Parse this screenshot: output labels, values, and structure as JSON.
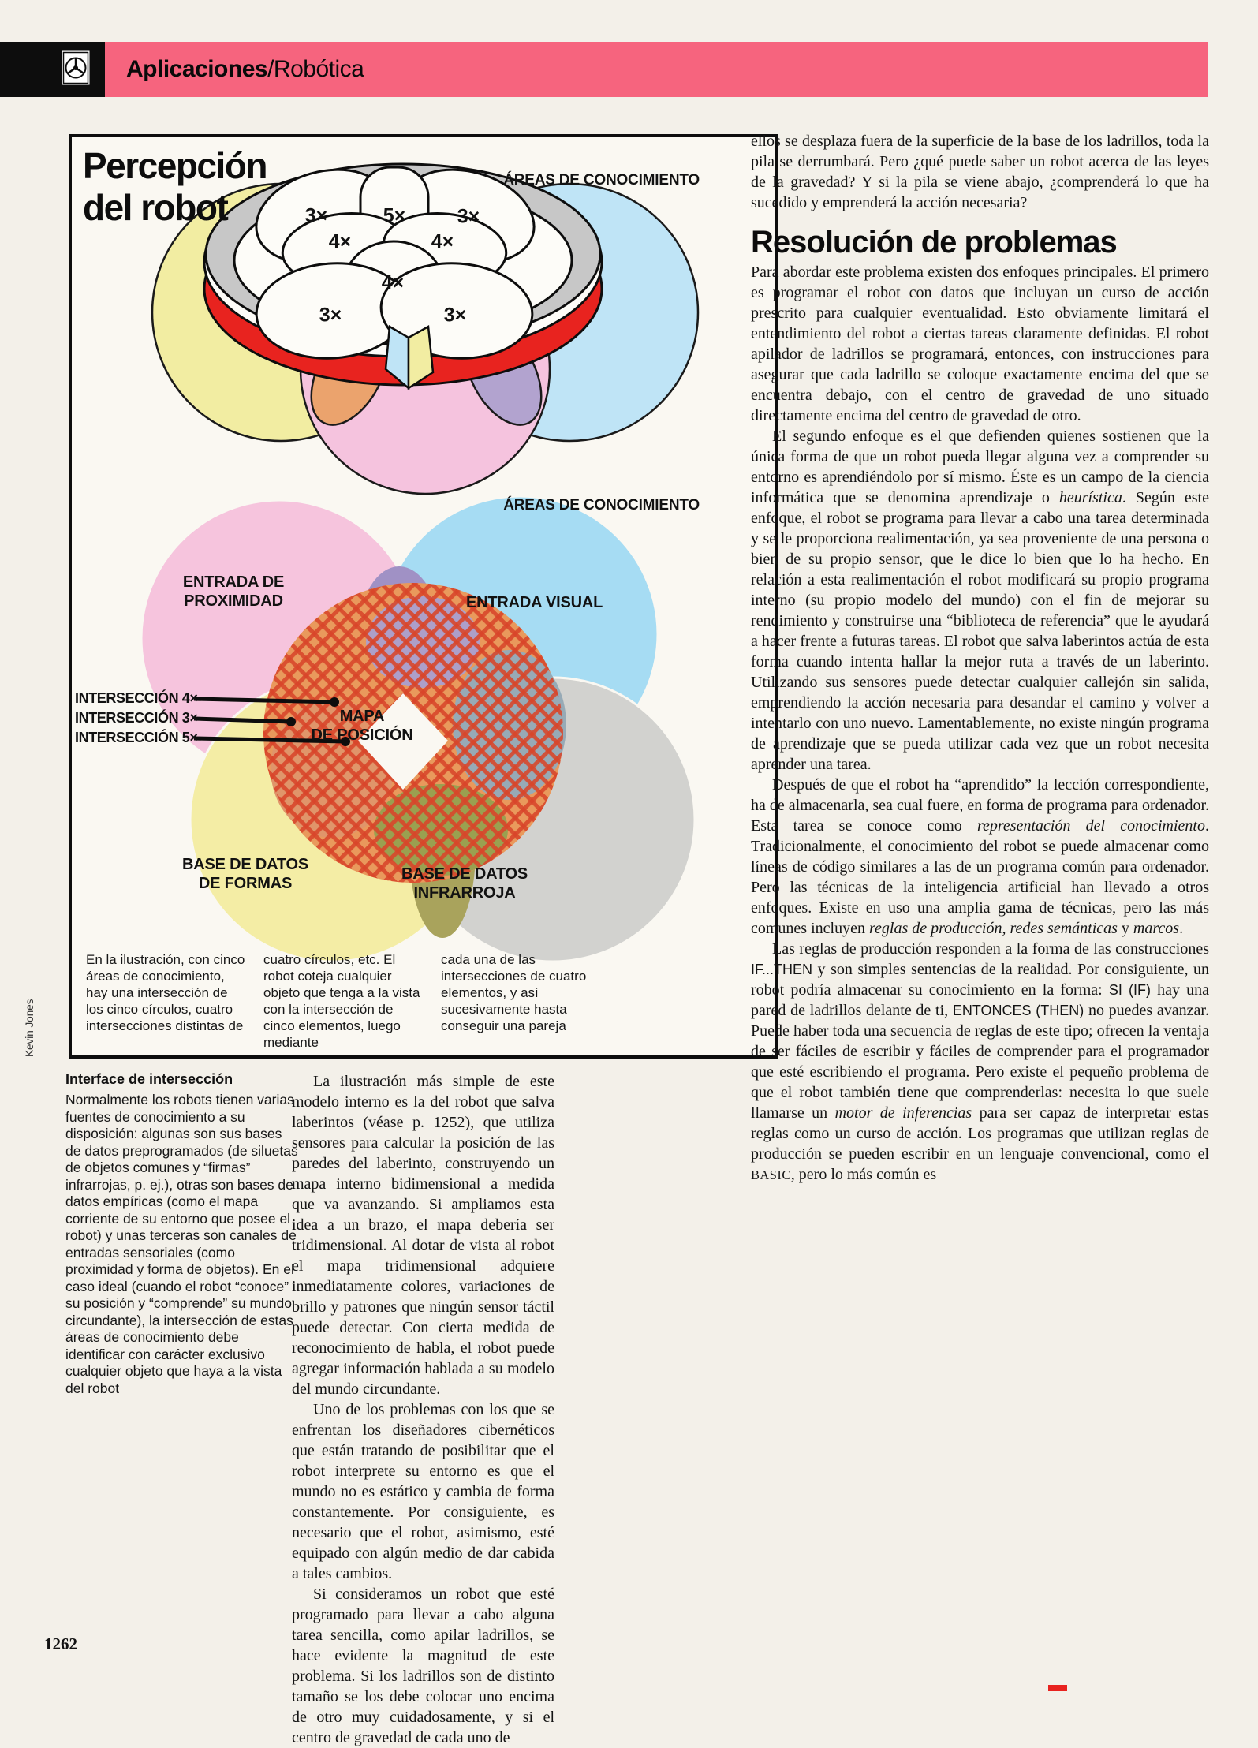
{
  "colors": {
    "banner_pink": "#f6647e",
    "accent_red": "#e8231f",
    "header_black": "#0d0d0d"
  },
  "header": {
    "section_bold": "Aplicaciones",
    "section_rest": "/Robótica",
    "logo_icon": "encyclopedia-section-emblem"
  },
  "figure": {
    "title_l1": "Percepción",
    "title_l2": "del robot",
    "credit": "Kevin Jones",
    "areas_top": "ÁREAS DE CONOCIMIENTO",
    "areas_bottom": "ÁREAS DE CONOCIMIENTO",
    "top_labels": [
      "3×",
      "5×",
      "3×",
      "4×",
      "4×",
      "4×",
      "3×",
      "3×"
    ],
    "venn": {
      "proximidad_l1": "ENTRADA DE",
      "proximidad_l2": "PROXIMIDAD",
      "visual": "ENTRADA VISUAL",
      "mapa_l1": "MAPA",
      "mapa_l2": "DE POSICIÓN",
      "formas_l1": "BASE DE DATOS",
      "formas_l2": "DE FORMAS",
      "infrarroja_l1": "BASE DE DATOS",
      "infrarroja_l2": "INFRARROJA",
      "inter_4": "INTERSECCIÓN 4×",
      "inter_3": "INTERSECCIÓN 3×",
      "inter_5": "INTERSECCIÓN 5×"
    },
    "caption": [
      "En la ilustración, con cinco áreas de conocimiento, hay una intersección de los cinco círculos, cuatro intersecciones distintas de",
      "cuatro círculos, etc. El robot coteja cualquier objeto que tenga a la vista con la intersección de cinco elementos, luego mediante",
      "cada una de las intersecciones de cuatro elementos, y así sucesivamente hasta conseguir una pareja"
    ]
  },
  "sidebar": {
    "heading": "Interface de intersección",
    "body": "Normalmente los robots tienen varias fuentes de conocimiento a su disposición: algunas son sus bases de datos preprogramados (de siluetas de objetos comunes y “firmas” infrarrojas, p. ej.), otras son bases de datos empíricas (como el mapa corriente de su entorno que posee el robot) y unas terceras son canales de entradas sensoriales (como proximidad y forma de objetos). En el caso ideal (cuando el robot “conoce” su posición y “comprende” su mundo circundante), la intersección de estas áreas de conocimiento debe identificar con carácter exclusivo cualquier objeto que haya a la vista del robot"
  },
  "middle": {
    "p1": "La ilustración más simple de este modelo interno es la del robot que salva laberintos (véase p. 1252), que utiliza sensores para calcular la posición de las paredes del laberinto, construyendo un mapa interno bidimensional a medida que va avanzando. Si ampliamos esta idea a un brazo, el mapa debería ser tridimensional. Al dotar de vista al robot el mapa tridimensional adquiere inmediatamente colores, variaciones de brillo y patrones que ningún sensor táctil puede detectar. Con cierta medida de reconocimiento de habla, el robot puede agregar información hablada a su modelo del mundo circundante.",
    "p2": "Uno de los problemas con los que se enfrentan los diseñadores cibernéticos que están tratando de posibilitar que el robot interprete su entorno es que el mundo no es estático y cambia de forma constantemente. Por consiguiente, es necesario que el robot, asimismo, esté equipado con algún medio de dar cabida a tales cambios.",
    "p3": "Si consideramos un robot que esté programado para llevar a cabo alguna tarea sencilla, como apilar ladrillos, se hace evidente la magnitud de este problema. Si los ladrillos son de distinto tamaño se los debe colocar uno encima de otro muy cuidadosamente, y si el centro de gravedad de cada uno de"
  },
  "right": {
    "intro": "ellos se desplaza fuera de la superficie de la base de los ladrillos, toda la pila se derrumbará. Pero ¿qué puede saber un robot acerca de las leyes de la gravedad? Y si la pila se viene abajo, ¿comprenderá lo que ha sucedido y emprenderá la acción necesaria?",
    "heading": "Resolución de problemas",
    "p1": "Para abordar este problema existen dos enfoques principales. El primero es programar el robot con datos que incluyan un curso de acción prescrito para cualquier eventualidad. Esto obviamente limitará el entendimiento del robot a ciertas tareas claramente definidas. El robot apilador de ladrillos se programará, entonces, con instrucciones para asegurar que cada ladrillo se coloque exactamente encima del que se encuentra debajo, con el centro de gravedad de uno situado directamente encima del centro de gravedad de otro.",
    "p2": [
      {
        "t": "El segundo enfoque es el que defienden quienes sostienen que la única forma de que un robot pueda llegar alguna vez a comprender su entorno es aprendiéndolo por sí mismo. Éste es un campo de la ciencia informática que se denomina aprendizaje o "
      },
      {
        "t": "heurística",
        "s": "i"
      },
      {
        "t": ". Según este enfoque, el robot se programa para llevar a cabo una tarea determinada y se le proporciona realimentación, ya sea proveniente de una persona o bien de su propio sensor, que le dice lo bien que lo ha hecho. En relación a esta realimentación el robot modificará su propio programa interno (su propio modelo del mundo) con el fin de mejorar su rendimiento y construirse una “biblioteca de referencia” que le ayudará a hacer frente a futuras tareas. El robot que salva laberintos actúa de esta forma cuando intenta hallar la mejor ruta a través de un laberinto. Utilizando sus sensores puede detectar cualquier callejón sin salida, emprendiendo la acción necesaria para desandar el camino y volver a intentarlo con uno nuevo. Lamentablemente, no existe ningún programa de aprendizaje que se pueda utilizar cada vez que un robot necesita aprender una tarea."
      }
    ],
    "p3": [
      {
        "t": "Después de que el robot ha “aprendido” la lección correspondiente, ha de almacenarla, sea cual fuere, en forma de programa para ordenador. Esta tarea se conoce como "
      },
      {
        "t": "representación del conocimiento",
        "s": "i"
      },
      {
        "t": ". Tradicionalmente, el conocimiento del robot se puede almacenar como líneas de código similares a las de un programa común para ordenador. Pero las técnicas de la inteligencia artificial han llevado a otros enfoques. Existe en uso una amplia gama de técnicas, pero las más comunes incluyen "
      },
      {
        "t": "reglas de producción, redes semánticas",
        "s": "i"
      },
      {
        "t": " y "
      },
      {
        "t": "marcos",
        "s": "i"
      },
      {
        "t": "."
      }
    ],
    "p4": [
      {
        "t": "Las reglas de producción responden a la forma de las construcciones "
      },
      {
        "t": "IF...THEN",
        "s": "sans"
      },
      {
        "t": " y son simples sentencias de la realidad. Por consiguiente, un robot podría almacenar su conocimiento en la forma: "
      },
      {
        "t": "SI (IF)",
        "s": "sans"
      },
      {
        "t": " hay una pared de ladrillos delante de ti, "
      },
      {
        "t": "ENTONCES (THEN)",
        "s": "sans"
      },
      {
        "t": " no puedes avanzar. Puede haber toda una secuencia de reglas de este tipo; ofrecen la ventaja de ser fáciles de escribir y fáciles de comprender para el programador que esté escribiendo el programa. Pero existe el pequeño problema de que el robot también tiene que comprenderlas: necesita lo que suele llamarse un "
      },
      {
        "t": "motor de inferencias",
        "s": "i"
      },
      {
        "t": " para ser capaz de interpretar estas reglas como un curso de acción. Los programas que utilizan reglas de producción se pueden escribir en un lenguaje convencional, como el "
      },
      {
        "t": "BASIC",
        "s": "sc"
      },
      {
        "t": ", pero lo más común es"
      }
    ]
  },
  "footer": {
    "page_number": "1262"
  }
}
